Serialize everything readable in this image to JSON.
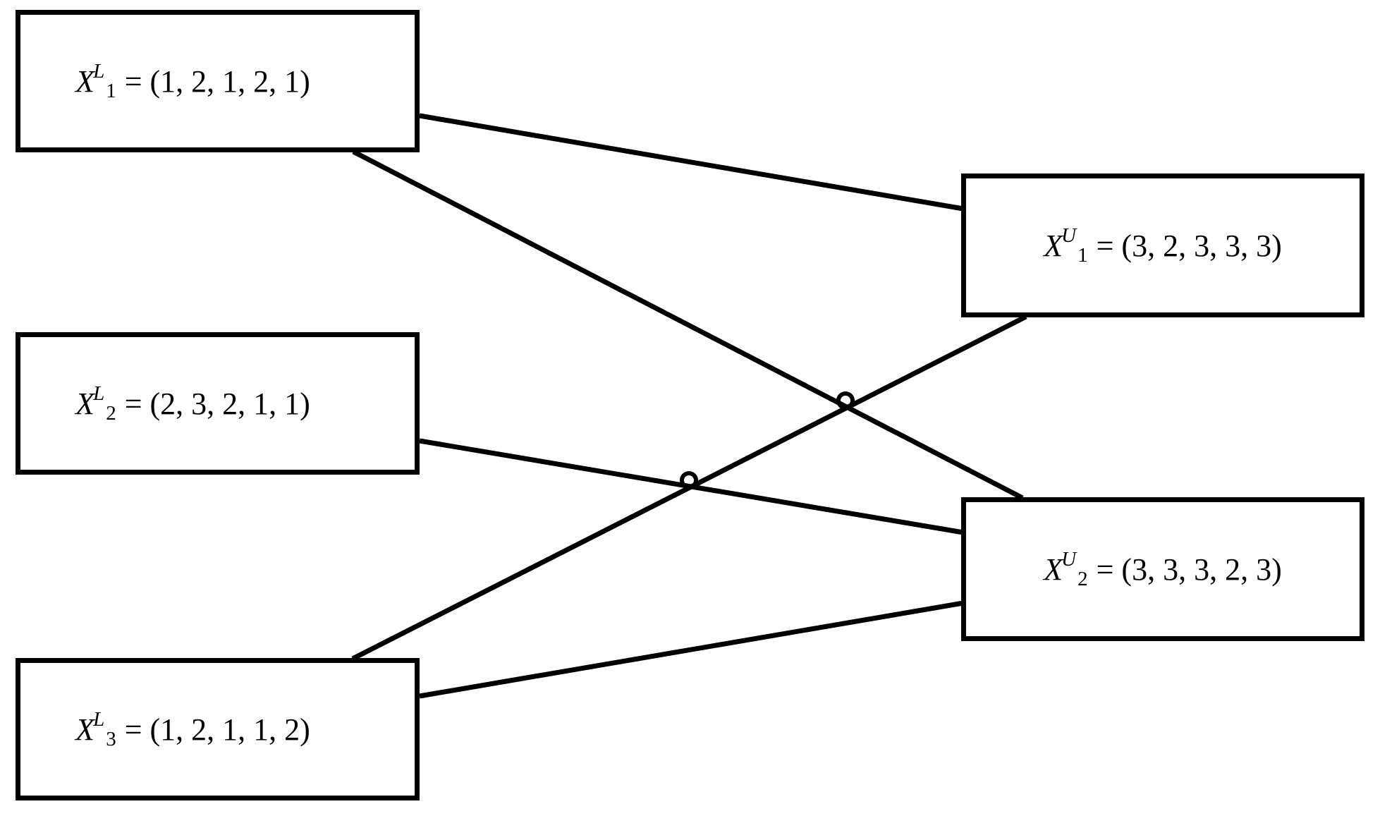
{
  "figure": {
    "background_color": "#ffffff",
    "line_color": "#000000",
    "nodes": [
      {
        "id": "XL1",
        "base": "X",
        "sup": "L",
        "sub": "1",
        "value": "= (1, 2, 1, 2, 1)"
      },
      {
        "id": "XL2",
        "base": "X",
        "sup": "L",
        "sub": "2",
        "value": "= (2, 3, 2, 1, 1)"
      },
      {
        "id": "XL3",
        "base": "X",
        "sup": "L",
        "sub": "3",
        "value": "= (1, 2, 1, 1, 2)"
      },
      {
        "id": "XU1",
        "base": "X",
        "sup": "U",
        "sub": "1",
        "value": "= (3, 2, 3, 3, 3)"
      },
      {
        "id": "XU2",
        "base": "X",
        "sup": "U",
        "sub": "2",
        "value": "= (3, 3, 3, 2, 3)"
      }
    ],
    "edges": [
      {
        "from": "XL1",
        "to": "XU1"
      },
      {
        "from": "XL1",
        "to": "XU2"
      },
      {
        "from": "XL2",
        "to": "XU2"
      },
      {
        "from": "XL3",
        "to": "XU1"
      },
      {
        "from": "XL3",
        "to": "XU2"
      }
    ],
    "crossing_marks": 2
  }
}
